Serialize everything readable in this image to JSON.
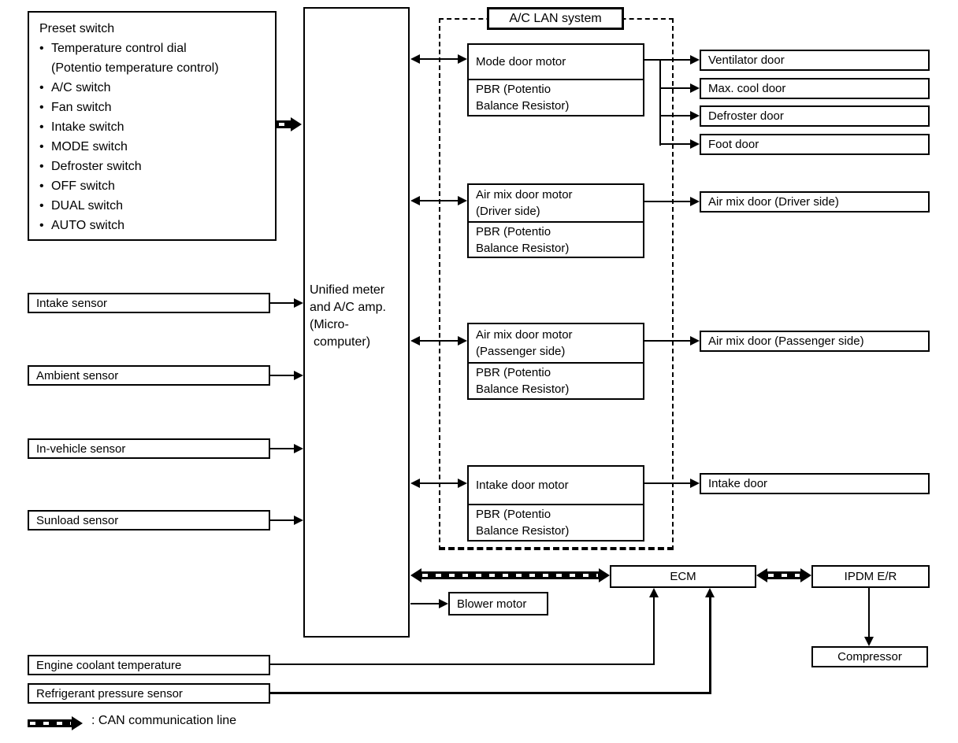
{
  "title_box": {
    "label": "A/C LAN system"
  },
  "preset_switch": {
    "title": "Preset switch",
    "items": [
      {
        "line1": "Temperature control dial",
        "line2": "(Potentio temperature control)"
      },
      {
        "line1": "A/C switch"
      },
      {
        "line1": "Fan switch"
      },
      {
        "line1": "Intake switch"
      },
      {
        "line1": "MODE switch"
      },
      {
        "line1": "Defroster switch"
      },
      {
        "line1": "OFF switch"
      },
      {
        "line1": "DUAL switch"
      },
      {
        "line1": "AUTO switch"
      }
    ]
  },
  "unified_amp": {
    "lines": [
      "Unified meter",
      "and A/C amp.",
      "(Micro-",
      "computer)"
    ]
  },
  "sensors": [
    {
      "label": "Intake sensor"
    },
    {
      "label": "Ambient sensor"
    },
    {
      "label": "In-vehicle sensor"
    },
    {
      "label": "Sunload sensor"
    }
  ],
  "motors": [
    {
      "name_lines": [
        "Mode door motor"
      ],
      "pbr_lines": [
        "PBR (Potentio",
        "Balance Resistor)"
      ]
    },
    {
      "name_lines": [
        "Air mix door motor",
        "(Driver side)"
      ],
      "pbr_lines": [
        "PBR (Potentio",
        "Balance Resistor)"
      ]
    },
    {
      "name_lines": [
        "Air mix door motor",
        "(Passenger side)"
      ],
      "pbr_lines": [
        "PBR (Potentio",
        "Balance Resistor)"
      ]
    },
    {
      "name_lines": [
        "Intake door motor"
      ],
      "pbr_lines": [
        "PBR (Potentio",
        "Balance Resistor)"
      ]
    }
  ],
  "doors": [
    {
      "label": "Ventilator door"
    },
    {
      "label": "Max. cool door"
    },
    {
      "label": "Defroster door"
    },
    {
      "label": "Foot door"
    },
    {
      "label": "Air mix door (Driver side)"
    },
    {
      "label": "Air mix door (Passenger side)"
    },
    {
      "label": "Intake door"
    }
  ],
  "modules": {
    "ecm": "ECM",
    "ipdm": "IPDM E/R",
    "compressor": "Compressor",
    "blower": "Blower motor"
  },
  "bottom_sensors": [
    {
      "label": "Engine coolant temperature"
    },
    {
      "label": "Refrigerant pressure sensor"
    }
  ],
  "legend": {
    "can_label": ": CAN communication line"
  },
  "colors": {
    "line": "#000000",
    "background": "#ffffff"
  }
}
